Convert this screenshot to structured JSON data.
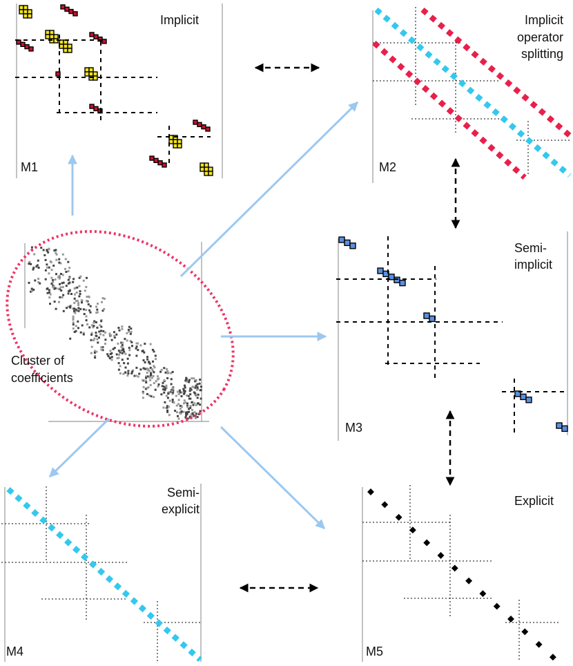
{
  "center": {
    "label_line1": "Cluster of",
    "label_line2": "coefficients"
  },
  "panels": {
    "m1": {
      "id": "M1",
      "title_lines": [
        "Implicit"
      ]
    },
    "m2": {
      "id": "M2",
      "title_lines": [
        "Implicit",
        "operator",
        "splitting"
      ]
    },
    "m3": {
      "id": "M3",
      "title_lines": [
        "Semi-",
        "implicit"
      ]
    },
    "m4": {
      "id": "M4",
      "title_lines": [
        "Semi-",
        "explicit"
      ]
    },
    "m5": {
      "id": "M5",
      "title_lines": [
        "Explicit"
      ]
    }
  },
  "colors": {
    "red_block": "#c8102e",
    "yellow_block": "#f2e21a",
    "blue_block": "#5b8fe0",
    "cyan_diag": "#33c8ee",
    "pink_diag": "#e8204a",
    "ellipse": "#ee3366",
    "arrow_light": "#9cc8f0",
    "axis_gray": "#999999",
    "black": "#000000"
  }
}
